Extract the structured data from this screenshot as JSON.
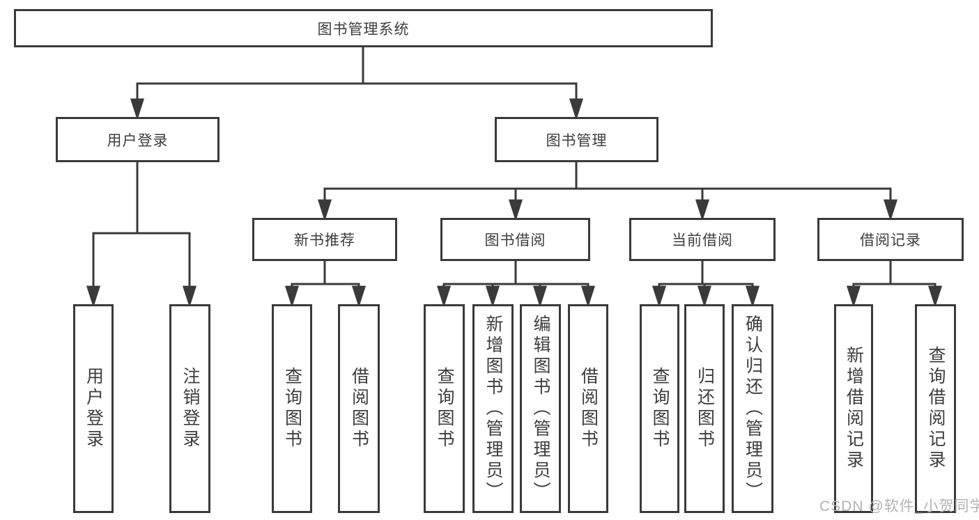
{
  "diagram": {
    "nodes": {
      "root": {
        "label": "图书管理系统"
      },
      "user_login": {
        "label": "用户登录"
      },
      "book_mgmt": {
        "label": "图书管理"
      },
      "new_book_rec": {
        "label": "新书推荐"
      },
      "book_borrow": {
        "label": "图书借阅"
      },
      "current_borrow": {
        "label": "当前借阅"
      },
      "borrow_records": {
        "label": "借阅记录"
      },
      "leaf_user_login": {
        "label": "用户登录"
      },
      "leaf_logout": {
        "label": "注销登录"
      },
      "leaf_query_book_1": {
        "label": "查询图书"
      },
      "leaf_borrow_book_1": {
        "label": "借阅图书"
      },
      "leaf_query_book_2": {
        "label": "查询图书"
      },
      "leaf_add_book": {
        "label": "新增图书（管理员）"
      },
      "leaf_edit_book": {
        "label": "编辑图书（管理员）"
      },
      "leaf_borrow_book_2": {
        "label": "借阅图书"
      },
      "leaf_query_book_3": {
        "label": "查询图书"
      },
      "leaf_return_book": {
        "label": "归还图书"
      },
      "leaf_confirm_return": {
        "label": "确认归还（管理员）"
      },
      "leaf_add_record": {
        "label": "新增借阅记录"
      },
      "leaf_query_record": {
        "label": "查询借阅记录"
      }
    },
    "watermark": "CSDN @软件_小贺同学",
    "colors": {
      "line": "#3a3a3a",
      "text": "#3d3d3d",
      "box_fill": "#ffffff",
      "watermark": "#b3b3b3"
    }
  }
}
